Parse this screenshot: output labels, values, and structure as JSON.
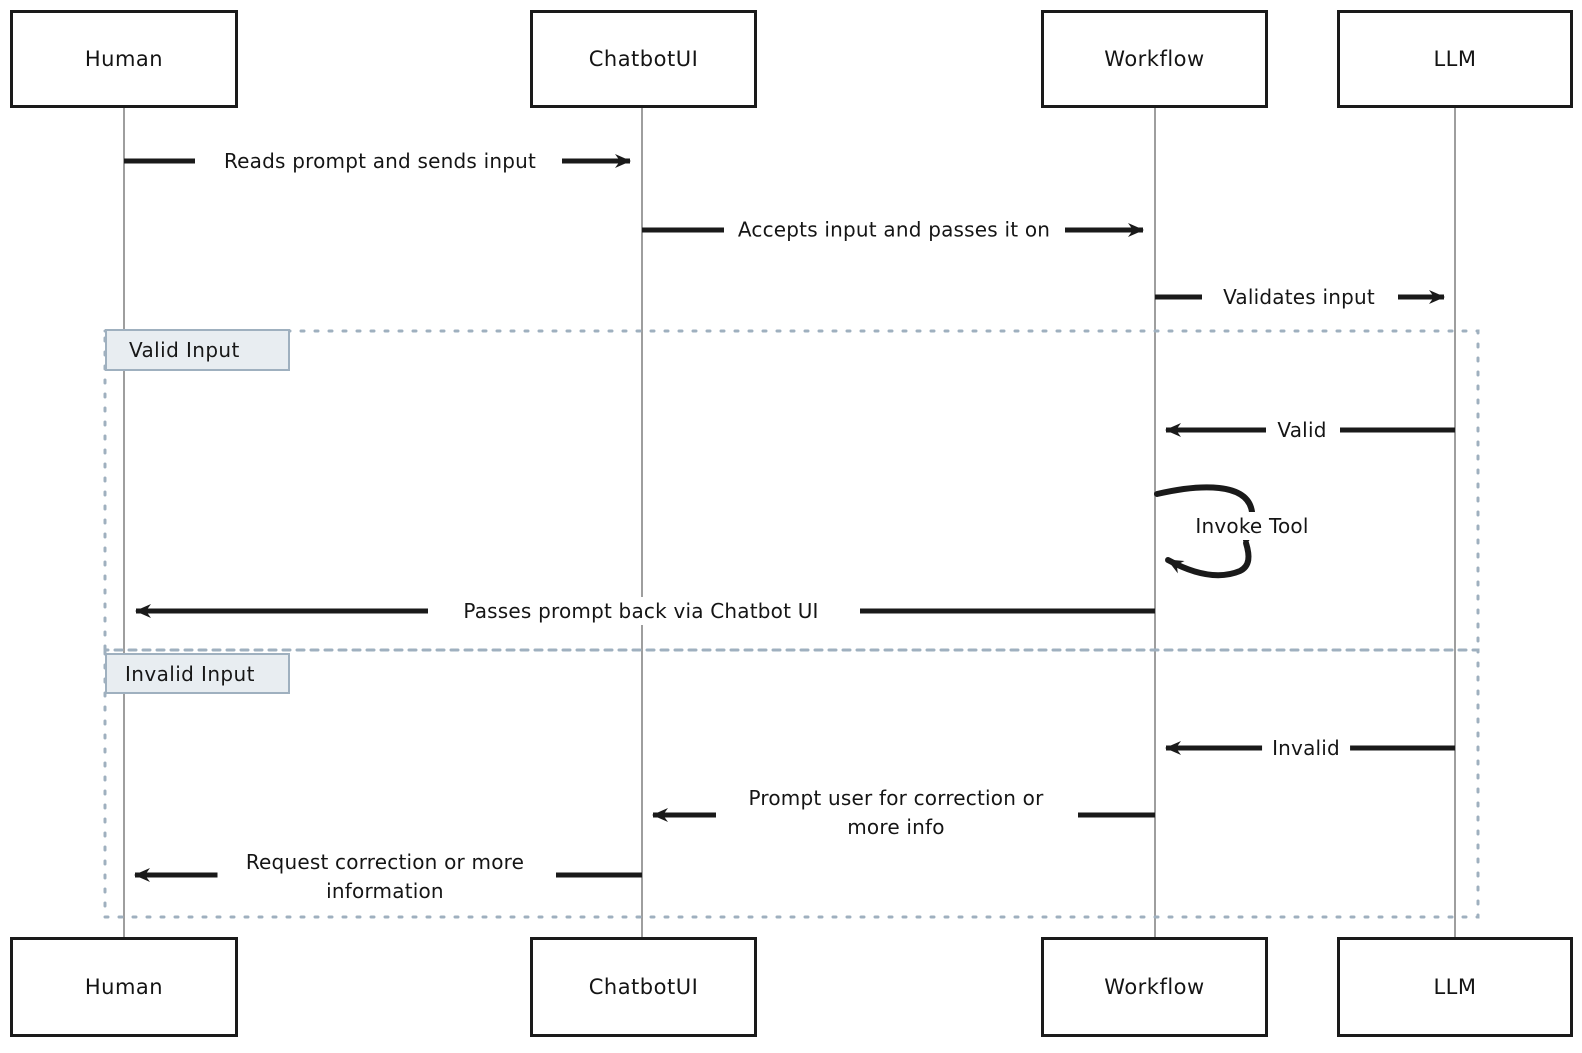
{
  "diagram": {
    "type": "sequence-diagram",
    "title": "",
    "colors": {
      "participant_border": "#1a1a1a",
      "participant_fill": "#ffffff",
      "lifeline": "#9e9e9e",
      "message_line": "#1a1a1a",
      "fragment_border": "#9fb0bf",
      "fragment_label_fill": "#e8edf1",
      "text": "#151515"
    },
    "participants": [
      {
        "id": "human",
        "label": "Human"
      },
      {
        "id": "chatbotui",
        "label": "ChatbotUI"
      },
      {
        "id": "workflow",
        "label": "Workflow"
      },
      {
        "id": "llm",
        "label": "LLM"
      }
    ],
    "participants_bottom": [
      {
        "id": "human",
        "label": "Human"
      },
      {
        "id": "chatbotui",
        "label": "ChatbotUI"
      },
      {
        "id": "workflow",
        "label": "Workflow"
      },
      {
        "id": "llm",
        "label": "LLM"
      }
    ],
    "fragments": [
      {
        "id": "valid",
        "label": "Valid Input"
      },
      {
        "id": "invalid",
        "label": "Invalid Input"
      }
    ],
    "messages": [
      {
        "id": "m1",
        "from": "human",
        "to": "chatbotui",
        "direction": "right",
        "label": "Reads prompt and sends input"
      },
      {
        "id": "m2",
        "from": "chatbotui",
        "to": "workflow",
        "direction": "right",
        "label": "Accepts input and passes it on"
      },
      {
        "id": "m3",
        "from": "workflow",
        "to": "llm",
        "direction": "right",
        "label": "Validates input"
      },
      {
        "id": "m4",
        "from": "llm",
        "to": "workflow",
        "direction": "left",
        "label": "Valid"
      },
      {
        "id": "m5",
        "from": "workflow",
        "to": "workflow",
        "direction": "self",
        "label": "Invoke Tool"
      },
      {
        "id": "m6",
        "from": "workflow",
        "to": "human",
        "direction": "left",
        "label": "Passes prompt back via Chatbot UI"
      },
      {
        "id": "m7",
        "from": "llm",
        "to": "workflow",
        "direction": "left",
        "label": "Invalid"
      },
      {
        "id": "m8",
        "from": "workflow",
        "to": "chatbotui",
        "direction": "left",
        "label": "Prompt user for correction or more info"
      },
      {
        "id": "m9",
        "from": "chatbotui",
        "to": "human",
        "direction": "left",
        "label": "Request correction or more information"
      }
    ]
  }
}
